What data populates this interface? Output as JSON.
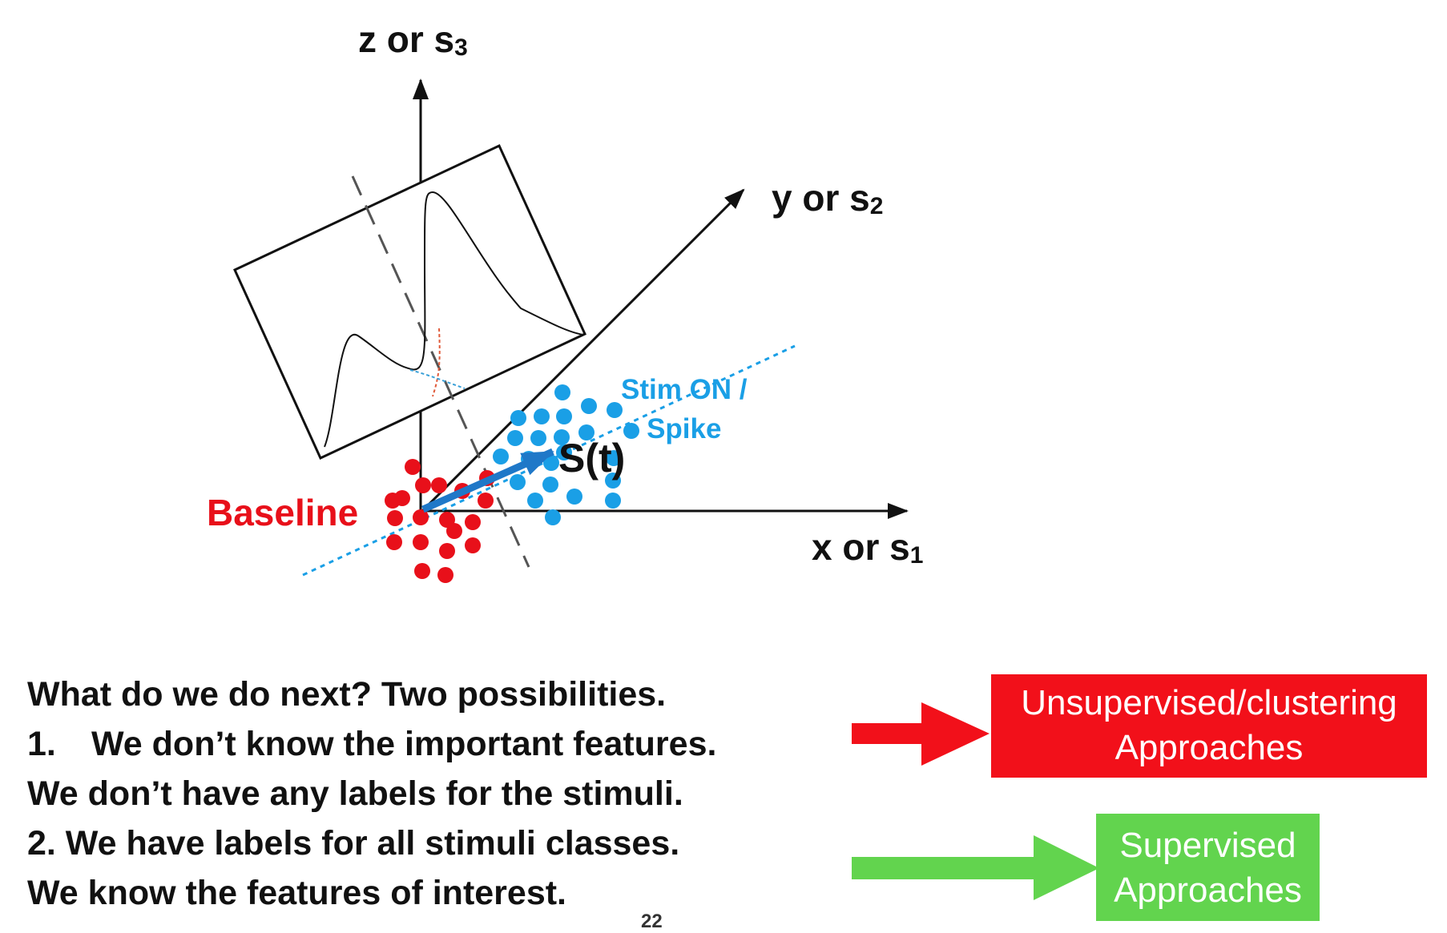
{
  "axes": {
    "z": {
      "name": "z or s",
      "sub": "3"
    },
    "y": {
      "name": "y or s",
      "sub": "2"
    },
    "x": {
      "name": "x or s",
      "sub": "1"
    }
  },
  "labels": {
    "baseline": "Baseline",
    "stim_line1": "Stim ON /",
    "stim_line2": "Spike",
    "state_vector": "S(t)"
  },
  "colors": {
    "baseline": "#e8101a",
    "stim": "#1a9fe6",
    "state_arrow": "#1f78c8",
    "unsupervised": "#f2101a",
    "supervised": "#62d44e"
  },
  "text": {
    "line1": "What do we do next? Two possibilities.",
    "line2_num": "1.",
    "line2_text": "We don’t know the important features.",
    "line3": "We don’t have any labels for the stimuli.",
    "line4": "2. We have labels for all stimuli classes.",
    "line5": "We know the features of interest."
  },
  "boxes": {
    "unsupervised_line1": "Unsupervised/clustering",
    "unsupervised_line2": "Approaches",
    "supervised_line1": "Supervised",
    "supervised_line2": "Approaches"
  },
  "page_number": "22"
}
